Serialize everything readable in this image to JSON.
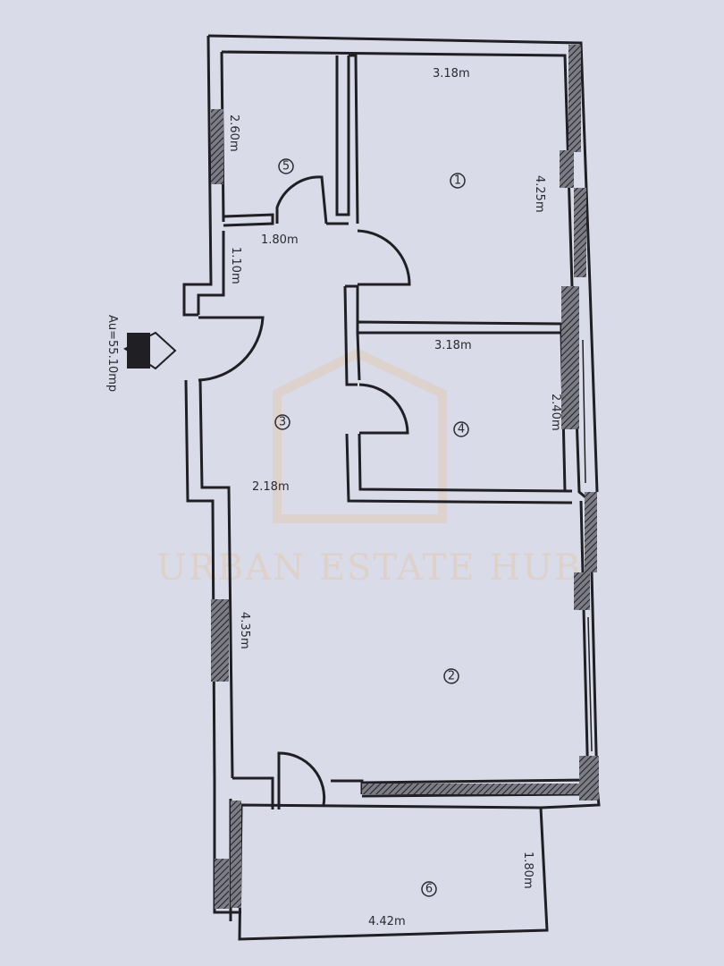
{
  "plan": {
    "area_label": "Au=55.10mp",
    "rooms": [
      {
        "id": "room-1",
        "number": "1",
        "width": "3.18m",
        "length": "4.25m"
      },
      {
        "id": "room-2",
        "number": "2"
      },
      {
        "id": "room-3",
        "number": "3",
        "width": "2.18m",
        "length": "4.35m"
      },
      {
        "id": "room-4",
        "number": "4",
        "width": "3.18m",
        "length": "2.40m"
      },
      {
        "id": "room-5",
        "number": "5",
        "length": "2.60m"
      },
      {
        "id": "room-6",
        "number": "6",
        "width": "4.42m",
        "length": "1.80m"
      }
    ],
    "hall": {
      "width": "1.80m",
      "length": "1.10m"
    }
  },
  "watermark": "URBAN ESTATE HUB",
  "colors": {
    "paper": "#d9dbe8",
    "wall": "#1f1f24",
    "hatch": "#3a3a40",
    "watermark": "#e2c9b0"
  }
}
